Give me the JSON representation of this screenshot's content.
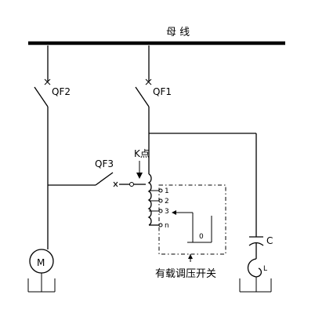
{
  "labels": {
    "bus": "母  线",
    "qf1": "QF1",
    "qf2": "QF2",
    "qf3": "QF3",
    "k_point": "K点",
    "tap1": "1",
    "tap2": "2",
    "tap3": "3",
    "tapn": "n",
    "zero": "0",
    "capacitor": "C",
    "inductor": "L",
    "motor": "M",
    "oltc": "有载调压开关"
  }
}
